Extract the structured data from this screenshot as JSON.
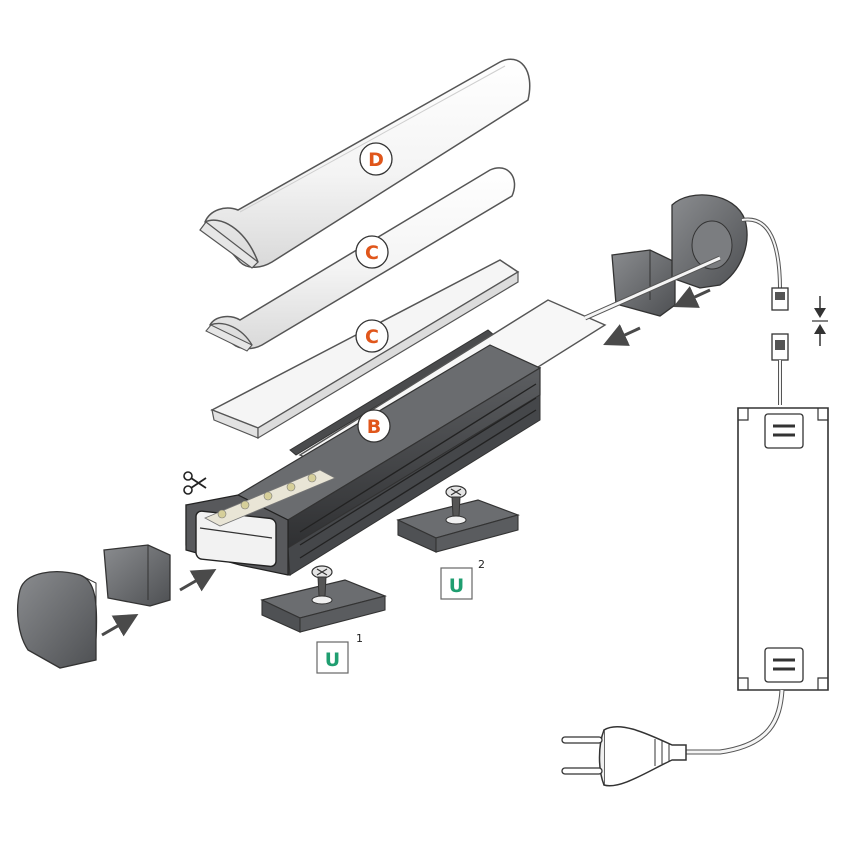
{
  "labels": {
    "D": "D",
    "C1": "C",
    "C2": "C",
    "B": "B",
    "U1": "U",
    "U1_sup": "1",
    "U2": "U",
    "U2_sup": "2"
  },
  "colors": {
    "label_orange": "#e0561b",
    "label_green": "#1f9e70",
    "profile_dark": "#3d3e40",
    "profile_mid": "#55575a",
    "cover_fill": "#f3f3f3",
    "outline": "#4a4a4a",
    "arrow": "#4a4a4a"
  },
  "icons": [
    "scissors-icon",
    "arrow-icon",
    "screw-icon",
    "plug-icon",
    "power-supply-icon",
    "connector-icon"
  ]
}
